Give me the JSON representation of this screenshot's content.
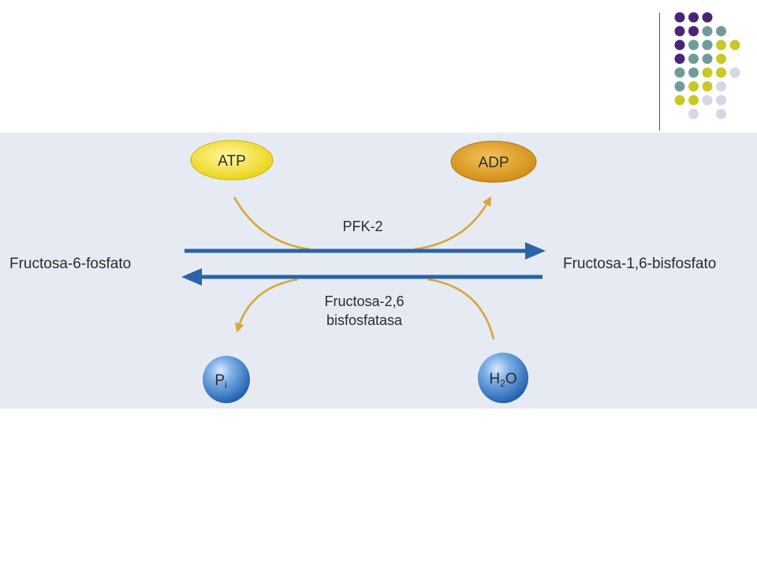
{
  "colors": {
    "purple": "#4a2477",
    "teal": "#6f9c9a",
    "olive": "#c9c824",
    "lavender": "#d5d6e8",
    "panel": "#e6ebf3",
    "arrow_blue": "#2a63a8",
    "arrow_orange": "#d8a63a",
    "atp_fill": "#f0de1e",
    "adp_fill": "#e09a1c"
  },
  "decoration": {
    "dot_rows": [
      [
        "purple",
        "purple",
        "purple",
        "",
        ""
      ],
      [
        "purple",
        "purple",
        "teal",
        "teal",
        ""
      ],
      [
        "purple",
        "teal",
        "teal",
        "olive",
        "olive"
      ],
      [
        "purple",
        "teal",
        "teal",
        "olive",
        ""
      ],
      [
        "teal",
        "teal",
        "olive",
        "olive",
        "lavender"
      ],
      [
        "teal",
        "olive",
        "olive",
        "lavender",
        ""
      ],
      [
        "olive",
        "olive",
        "lavender",
        "lavender",
        ""
      ],
      [
        "",
        "lavender",
        "",
        "lavender",
        ""
      ]
    ]
  },
  "diagram": {
    "substrate": "Fructosa-6-fosfato",
    "product": "Fructosa-1,6-bisfosfato",
    "forward_enzyme": "PFK-2",
    "reverse_enzyme_line1": "Fructosa-2,6",
    "reverse_enzyme_line2": "bisfosfatasa",
    "atp": "ATP",
    "adp": "ADP",
    "pi_main": "P",
    "pi_sub": "i",
    "water_pre": "H",
    "water_sub": "2",
    "water_post": "O"
  }
}
